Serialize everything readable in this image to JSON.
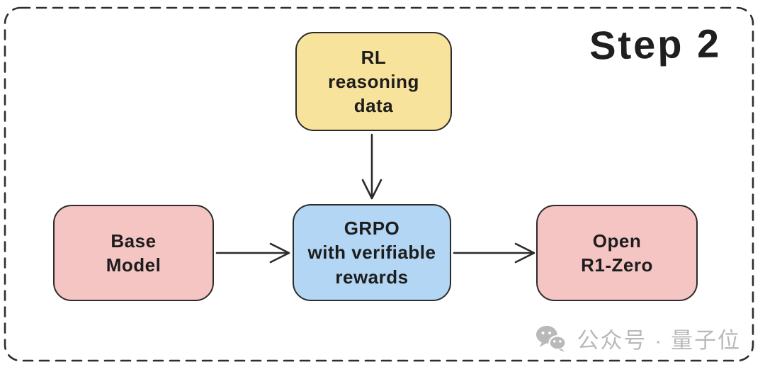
{
  "title": "Step 2",
  "nodes": {
    "rl_data": {
      "label": "RL\nreasoning\ndata",
      "fill": "#f8e39c"
    },
    "base_model": {
      "label": "Base\nModel",
      "fill": "#f5c5c3"
    },
    "grpo": {
      "label": "GRPO\nwith verifiable\nrewards",
      "fill": "#b2d6f3"
    },
    "open_r1_zero": {
      "label": "Open\nR1-Zero",
      "fill": "#f5c5c3"
    }
  },
  "edges": [
    {
      "from": "rl_data",
      "to": "grpo",
      "direction": "down"
    },
    {
      "from": "base_model",
      "to": "grpo",
      "direction": "right"
    },
    {
      "from": "grpo",
      "to": "open_r1_zero",
      "direction": "right"
    }
  ],
  "watermark": {
    "icon": "wechat-icon",
    "text": "公众号 · 量子位",
    "color": "#b9b9b9"
  },
  "colors": {
    "stroke": "#2e2e2e",
    "background": "#ffffff",
    "node_yellow": "#f8e39c",
    "node_pink": "#f5c5c3",
    "node_blue": "#b2d6f3",
    "watermark_gray": "#b9b9b9"
  }
}
